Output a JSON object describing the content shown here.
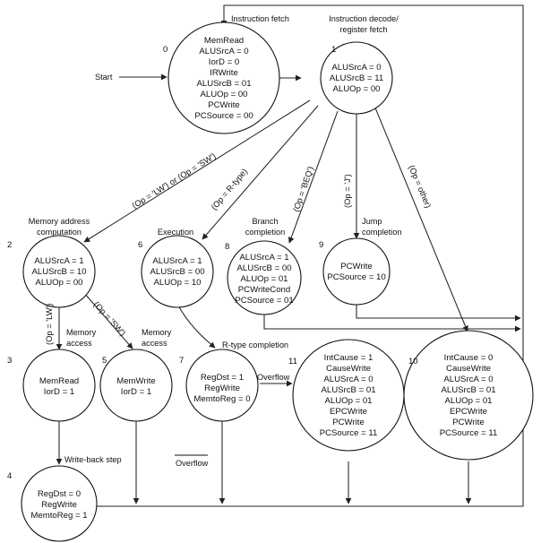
{
  "states": {
    "s0": {
      "number": "0",
      "phase": [
        "Instruction fetch"
      ],
      "lines": [
        "MemRead",
        "ALUSrcA = 0",
        "IorD = 0",
        "IRWrite",
        "ALUSrcB = 01",
        "ALUOp = 00",
        "PCWrite",
        "PCSource = 00"
      ]
    },
    "s1": {
      "number": "1",
      "phase": [
        "Instruction decode/",
        "register fetch"
      ],
      "lines": [
        "ALUSrcA = 0",
        "ALUSrcB = 11",
        "ALUOp = 00"
      ]
    },
    "s2": {
      "number": "2",
      "phase": [
        "Memory address",
        "computation"
      ],
      "lines": [
        "ALUSrcA = 1",
        "ALUSrcB = 10",
        "ALUOp = 00"
      ]
    },
    "s3": {
      "number": "3",
      "phase": [
        "Memory",
        "access"
      ],
      "lines": [
        "MemRead",
        "IorD = 1"
      ]
    },
    "s4": {
      "number": "4",
      "phase": [
        "Write-back step"
      ],
      "lines": [
        "RegDst = 0",
        "RegWrite",
        "MemtoReg = 1"
      ]
    },
    "s5": {
      "number": "5",
      "phase": [
        "Memory",
        "access"
      ],
      "lines": [
        "MemWrite",
        "IorD = 1"
      ]
    },
    "s6": {
      "number": "6",
      "phase": [
        "Execution"
      ],
      "lines": [
        "ALUSrcA = 1",
        "ALUSrcB = 00",
        "ALUOp = 10"
      ]
    },
    "s7": {
      "number": "7",
      "phase": [
        "R-type completion"
      ],
      "lines": [
        "RegDst = 1",
        "RegWrite",
        "MemtoReg = 0"
      ]
    },
    "s8": {
      "number": "8",
      "phase": [
        "Branch",
        "completion"
      ],
      "lines": [
        "ALUSrcA = 1",
        "ALUSrcB = 00",
        "ALUOp = 01",
        "PCWriteCond",
        "PCSource = 01"
      ]
    },
    "s9": {
      "number": "9",
      "phase": [
        "Jump",
        "completion"
      ],
      "lines": [
        "PCWrite",
        "PCSource = 10"
      ]
    },
    "s10": {
      "number": "10",
      "phase": [],
      "lines": [
        "IntCause = 0",
        "CauseWrite",
        "ALUSrcA = 0",
        "ALUSrcB = 01",
        "ALUOp = 01",
        "EPCWrite",
        "PCWrite",
        "PCSource = 11"
      ]
    },
    "s11": {
      "number": "11",
      "phase": [],
      "lines": [
        "IntCause = 1",
        "CauseWrite",
        "ALUSrcA = 0",
        "ALUSrcB = 01",
        "ALUOp = 01",
        "EPCWrite",
        "PCWrite",
        "PCSource = 11"
      ]
    }
  },
  "start_label": "Start",
  "conditions": {
    "lw_sw": "(Op = 'LW') or (Op = 'SW')",
    "rtype": "(Op = R-type)",
    "beq": "(Op = 'BEQ')",
    "j": "(Op = 'J')",
    "other": "(Op = other)",
    "lw": "(Op = 'LW')",
    "sw": "(Op = 'SW')",
    "overflow": "Overflow",
    "no_overflow": "Overflow"
  }
}
